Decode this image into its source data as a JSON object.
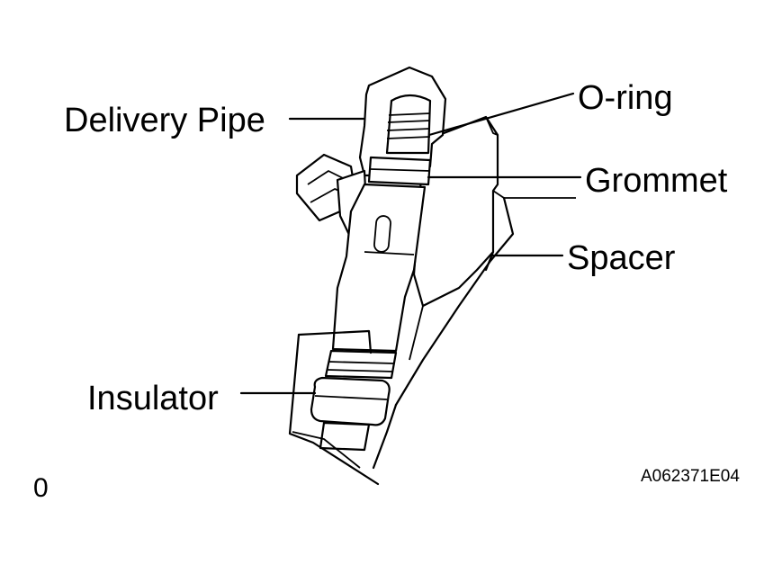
{
  "labels": {
    "delivery_pipe": "Delivery Pipe",
    "o_ring": "O-ring",
    "grommet": "Grommet",
    "spacer": "Spacer",
    "insulator": "Insulator"
  },
  "figure_code": "A062371E04",
  "corner_mark": "0"
}
